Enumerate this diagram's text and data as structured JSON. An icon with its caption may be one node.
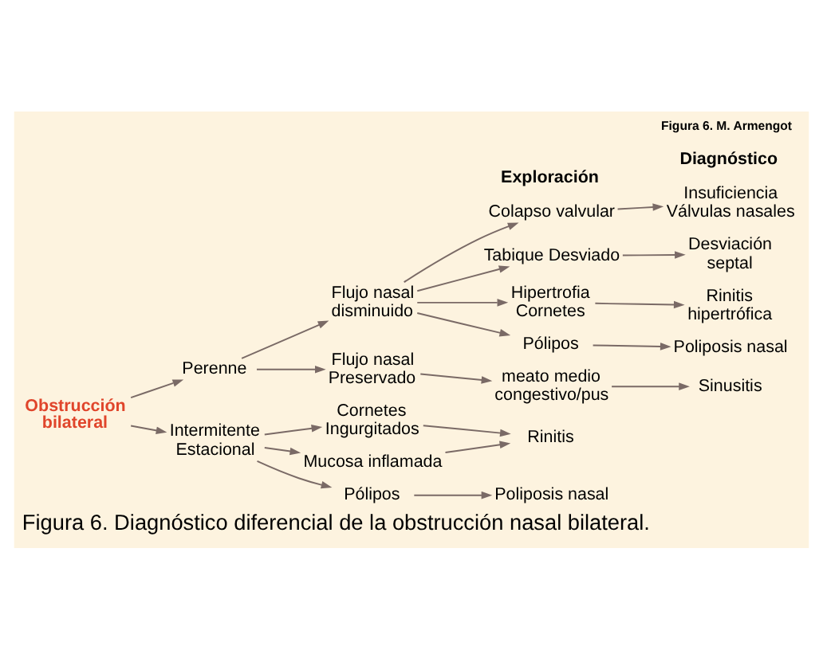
{
  "diagram": {
    "caption": "Figura 6. Diagnóstico diferencial de la obstrucción nasal bilateral.",
    "nodes": [
      {
        "text": [
          "Obstrucción bilateral"
        ]
      },
      {
        "text": [
          "Perenne"
        ]
      },
      {
        "text": [
          "Flujo nasal disminuido"
        ]
      },
      {
        "text": [
          "Flujo nasal Preservado"
        ]
      },
      {
        "text": [
          "Intermitente Estacional"
        ]
      },
      {
        "text": [
          "Colapso valvular"
        ]
      },
      {
        "text": [
          "Tabique Desviado"
        ]
      },
      {
        "text": [
          "Hipertrofia Cornetes"
        ]
      },
      {
        "text": [
          "Pólipos"
        ]
      },
      {
        "text": [
          "meato medio congestivo/pus"
        ]
      },
      {
        "text": [
          "Cornetes Ingurgitados"
        ]
      },
      {
        "text": [
          "Mucosa inflamada"
        ]
      },
      {
        "text": [
          "Pólipos"
        ]
      },
      {
        "text": [
          "Insuficiencia Válvulas nasales"
        ]
      },
      {
        "text": [
          "Desviación septal"
        ]
      },
      {
        "text": [
          "Rinitis hipertrófica"
        ]
      },
      {
        "text": [
          "Poliposis nasal"
        ]
      },
      {
        "text": [
          "Sinusitis"
        ]
      },
      {
        "text": [
          "Rinitis"
        ]
      },
      {
        "text": [
          "Poliposis nasal"
        ]
      }
    ],
    "edges": [
      {
        "from": 0,
        "to": 1,
        "arrow": "to"
      },
      {
        "from": 0,
        "to": 4,
        "arrow": "to"
      },
      {
        "from": 1,
        "to": 2,
        "arrow": "to"
      },
      {
        "from": 1,
        "to": 3,
        "arrow": "to"
      },
      {
        "from": 2,
        "to": 5,
        "arrow": "to"
      },
      {
        "from": 2,
        "to": 6,
        "arrow": "to"
      },
      {
        "from": 2,
        "to": 7,
        "arrow": "to"
      },
      {
        "from": 2,
        "to": 8,
        "arrow": "to"
      },
      {
        "from": 3,
        "to": 9,
        "arrow": "to"
      },
      {
        "from": 4,
        "to": 10,
        "arrow": "to"
      },
      {
        "from": 4,
        "to": 11,
        "arrow": "to"
      },
      {
        "from": 4,
        "to": 12,
        "arrow": "to"
      },
      {
        "from": 5,
        "to": 13,
        "arrow": "to"
      },
      {
        "from": 6,
        "to": 14,
        "arrow": "to"
      },
      {
        "from": 7,
        "to": 15,
        "arrow": "to"
      },
      {
        "from": 8,
        "to": 16,
        "arrow": "to"
      },
      {
        "from": 9,
        "to": 17,
        "arrow": "to"
      },
      {
        "from": 10,
        "to": 18,
        "arrow": "to"
      },
      {
        "from": 11,
        "to": 18,
        "arrow": "to"
      },
      {
        "from": 12,
        "to": 19,
        "arrow": "to"
      }
    ],
    "labels": [
      "Figura 6. M. Armengot",
      "Exploración",
      "Diagnóstico"
    ]
  }
}
